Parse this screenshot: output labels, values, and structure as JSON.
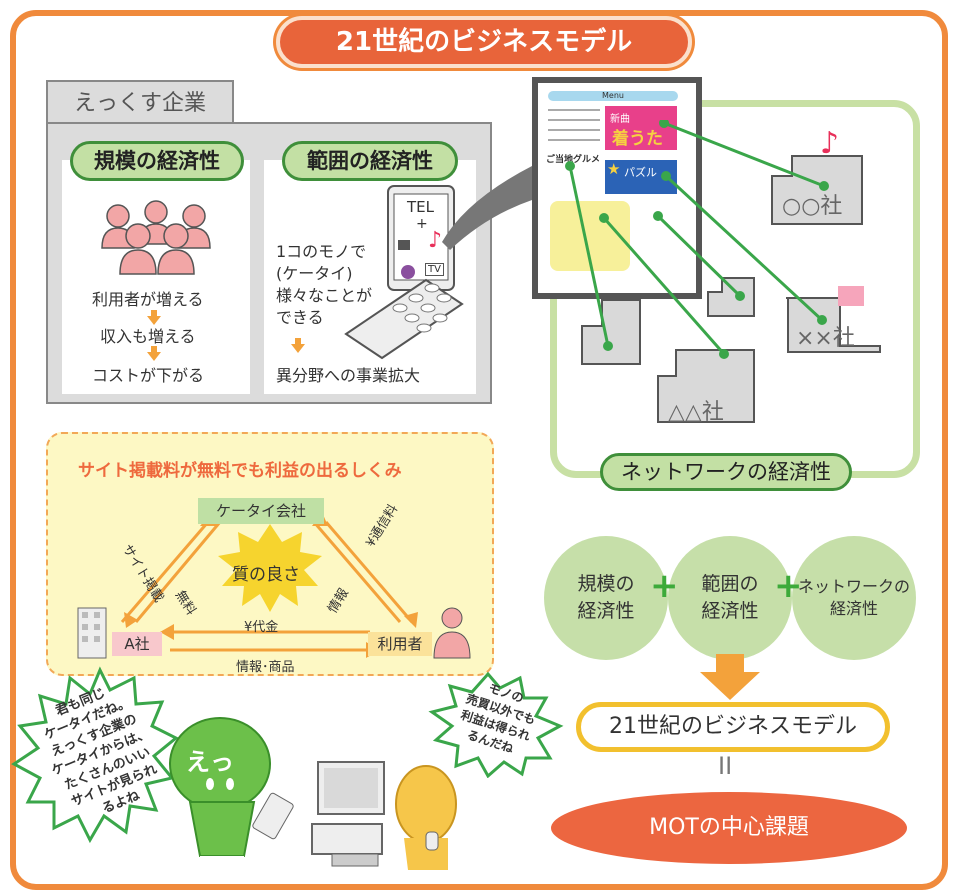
{
  "title": "21世紀のビジネスモデル",
  "company": {
    "name": "えっくす企業",
    "scale": {
      "title": "規模の経済性",
      "steps": [
        "利用者が増える",
        "収入も増える",
        "コストが下がる"
      ]
    },
    "scope": {
      "title": "範囲の経済性",
      "lines": [
        "1コのモノで",
        "(ケータイ)",
        "様々なことが",
        "できる"
      ],
      "result": "異分野への事業拡大",
      "phone": {
        "tel": "TEL",
        "plus": "+",
        "note": "♪",
        "tv": "TV"
      }
    }
  },
  "network": {
    "title": "ネットワークの経済性",
    "menu": {
      "header": "Menu",
      "new_song": "新曲",
      "chaku_uta": "着うた",
      "puzzle": "パズル",
      "gourmet": "ご当地グルメ"
    },
    "companies": [
      "○○社",
      "××社",
      "△△社"
    ]
  },
  "site_model": {
    "title": "サイト掲載料が無料でも利益の出るしくみ",
    "carrier": "ケータイ会社",
    "center": "質の良さ",
    "a_company": "A社",
    "user": "利用者",
    "labels": {
      "site_posting": "サイト掲載",
      "free": "無料",
      "fee": "¥通信料",
      "info": "情報",
      "yen_fee": "¥代金",
      "info_goods": "情報･商品"
    }
  },
  "summary": {
    "circles": [
      "規模の\n経済性",
      "範囲の\n経済性",
      "ネットワークの\n経済性"
    ],
    "model": "21世紀のビジネスモデル",
    "equals": "II",
    "core": "MOTの中心課題"
  },
  "bubbles": {
    "left": [
      "君も同じ",
      "ケータイだね。",
      "えっくす企業の",
      "ケータイからは、",
      "たくさんのいい",
      "サイトが見られ",
      "るよね"
    ],
    "right": [
      "モノの",
      "売買以外でも",
      "利益は得られ",
      "るんだね"
    ],
    "character": "えっ"
  },
  "colors": {
    "frame": "#f08a3c",
    "title": "#e8643a",
    "green": "#c3e0a4",
    "dark_green": "#3f8f3a",
    "orange_arrow": "#f3a23b",
    "mot": "#ec6640"
  }
}
